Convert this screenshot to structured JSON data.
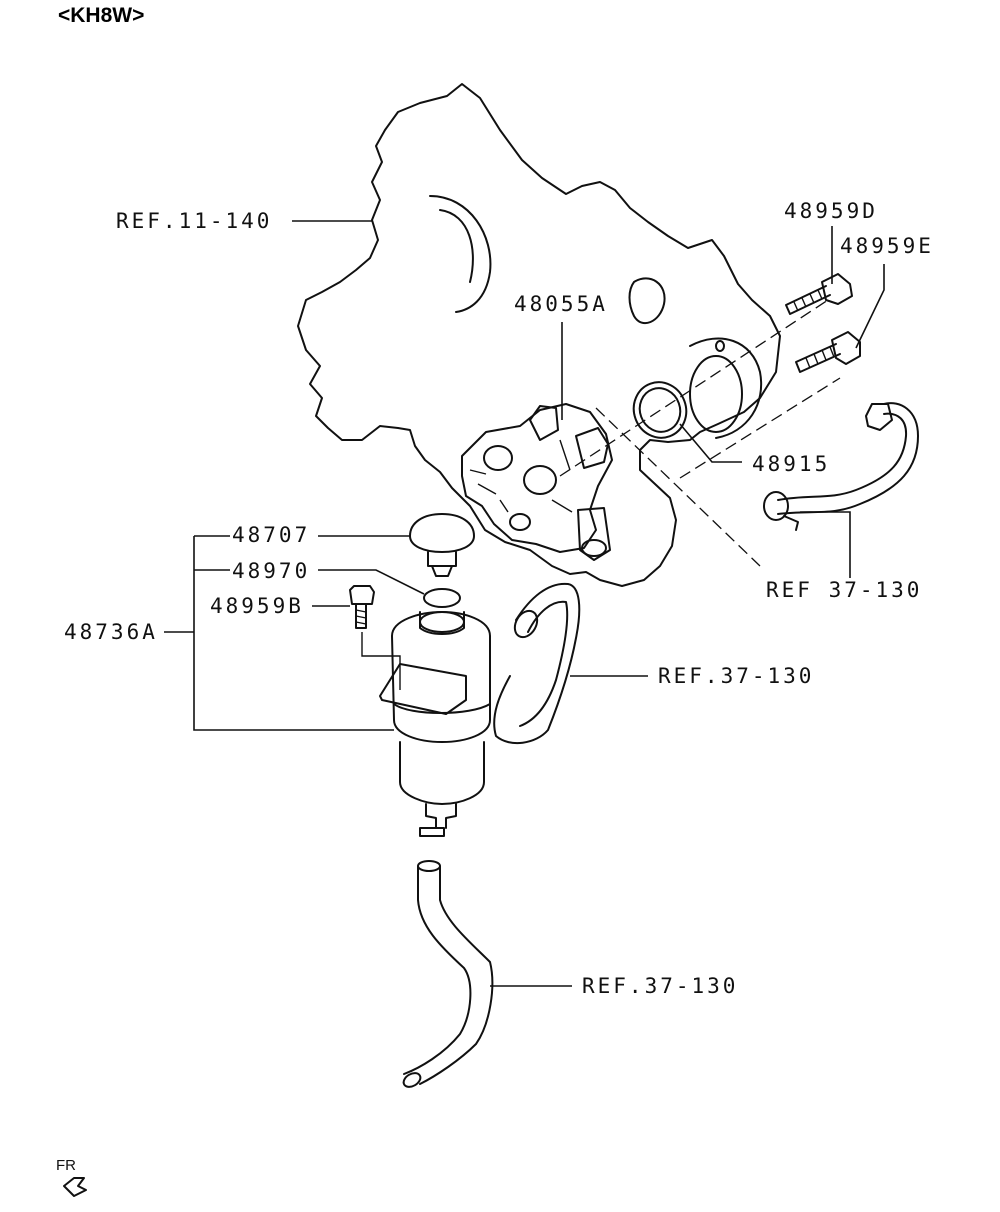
{
  "header": {
    "variant_code": "<KH8W>"
  },
  "callouts": {
    "ref_11_140": "REF.11-140",
    "p48959D": "48959D",
    "p48959E": "48959E",
    "p48055A": "48055A",
    "p48915": "48915",
    "ref_37_130_a": "REF 37-130",
    "p48707": "48707",
    "p48970": "48970",
    "p48959B": "48959B",
    "p48736A": "48736A",
    "ref_37_130_b": "REF.37-130",
    "ref_37_130_c": "REF.37-130"
  },
  "footer": {
    "front_indicator": "FR"
  }
}
